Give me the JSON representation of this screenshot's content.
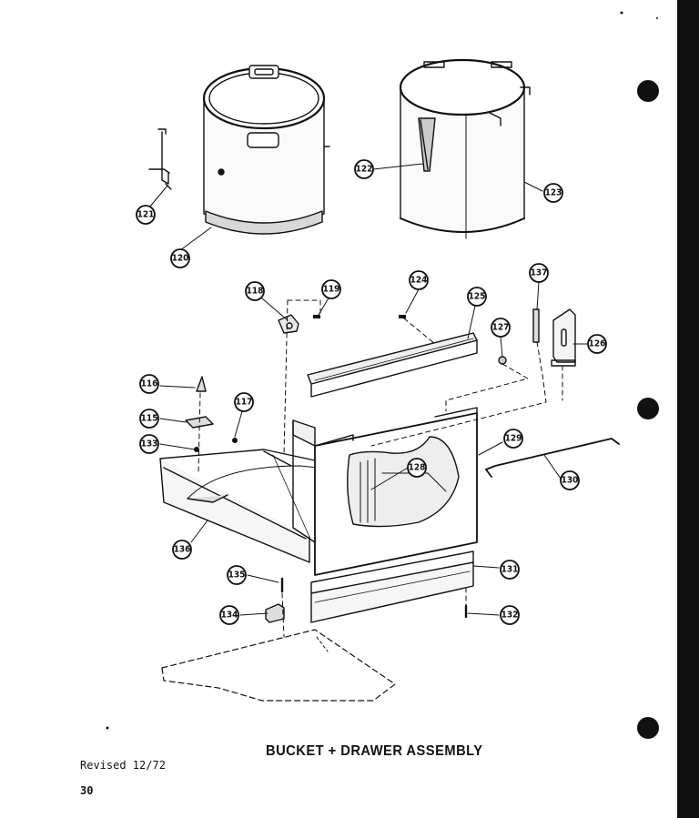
{
  "title": "BUCKET + DRAWER ASSEMBLY",
  "revised": "Revised 12/72",
  "page_number": "30",
  "colors": {
    "ink": "#111111",
    "paper": "#ffffff",
    "shade": "#d8d8d8"
  },
  "callouts": [
    {
      "label": "120"
    },
    {
      "label": "121"
    },
    {
      "label": "122"
    },
    {
      "label": "123"
    },
    {
      "label": "118"
    },
    {
      "label": "119"
    },
    {
      "label": "124"
    },
    {
      "label": "125"
    },
    {
      "label": "137"
    },
    {
      "label": "126"
    },
    {
      "label": "127"
    },
    {
      "label": "116"
    },
    {
      "label": "115"
    },
    {
      "label": "117"
    },
    {
      "label": "133"
    },
    {
      "label": "129"
    },
    {
      "label": "128"
    },
    {
      "label": "130"
    },
    {
      "label": "136"
    },
    {
      "label": "131"
    },
    {
      "label": "135"
    },
    {
      "label": "134"
    },
    {
      "label": "132"
    }
  ]
}
